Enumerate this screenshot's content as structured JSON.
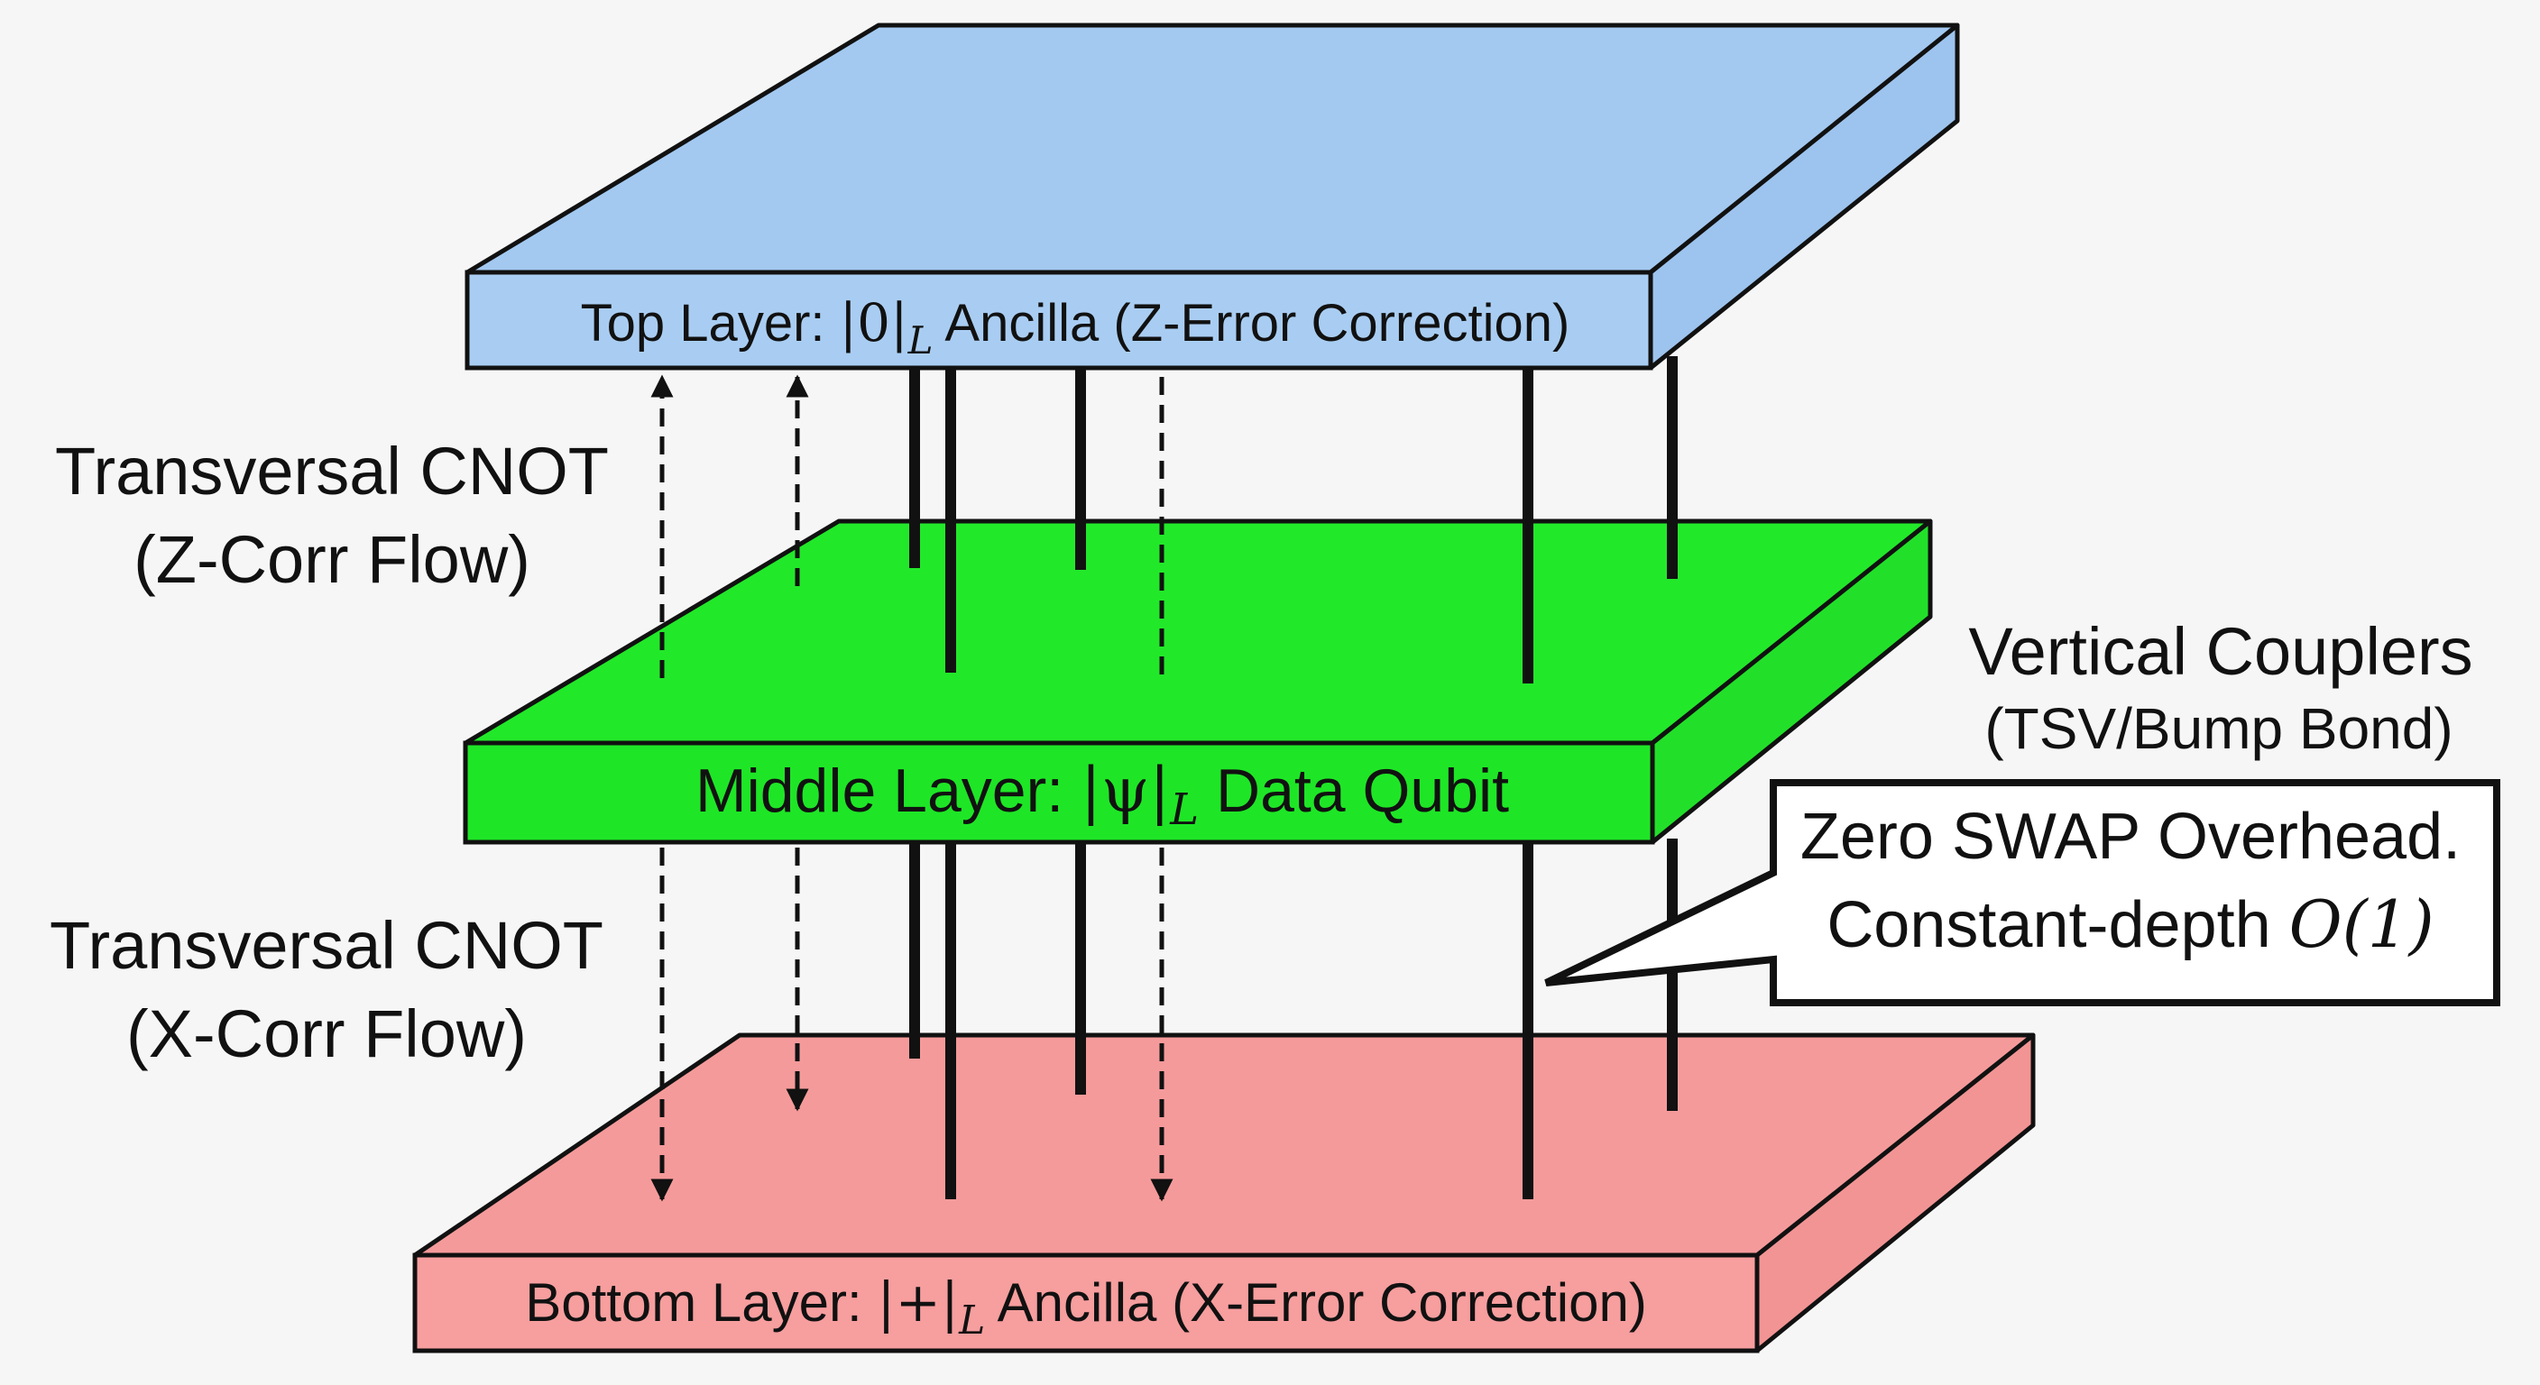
{
  "layers": {
    "top": {
      "prefix": "Top Layer: ",
      "ket": "|0|",
      "sub": "L",
      "suffix": " Ancilla (Z-Error Correction)",
      "top_color": "#a3c9f1",
      "front_color": "#a9cdf2",
      "side_color": "#9dc4ee"
    },
    "middle": {
      "prefix": "Middle Layer: ",
      "ket": "|ψ|",
      "sub": "L",
      "suffix": " Data Qubit",
      "top_color": "#22e82a",
      "front_color": "#1ee626",
      "side_color": "#22e02a"
    },
    "bottom": {
      "prefix": "Bottom Layer: ",
      "ket": "|+|",
      "sub": "L",
      "suffix": " Ancilla (X-Error Correction)",
      "top_color": "#f59a9a",
      "front_color": "#f79e9e",
      "side_color": "#f29494"
    }
  },
  "labels": {
    "z_flow_line1": "Transversal CNOT",
    "z_flow_line2": "(Z-Corr Flow)",
    "x_flow_line1": "Transversal CNOT",
    "x_flow_line2": "(X-Corr Flow)",
    "couplers_line1": "Vertical Couplers",
    "couplers_line2": "(TSV/Bump Bond)"
  },
  "callout": {
    "line1": "Zero SWAP Overhead.",
    "line2_prefix": "Constant-depth ",
    "line2_math": "O(1)"
  }
}
